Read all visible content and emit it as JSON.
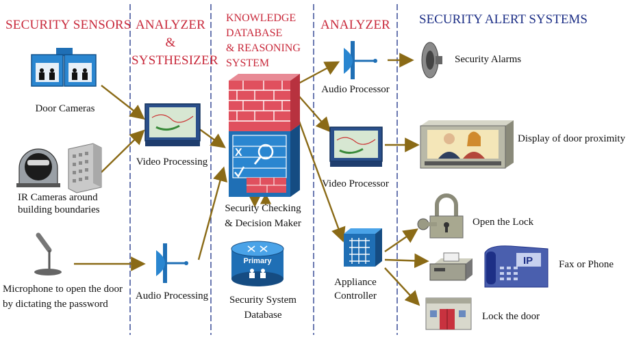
{
  "columns": {
    "sensors": "SECURITY SENSORS",
    "analyzer_left_1": "ANALYZER",
    "analyzer_left_2": "&",
    "analyzer_left_3": "SYSTHESIZER",
    "knowledge_1": "KNOWLEDGE",
    "knowledge_2": "DATABASE",
    "knowledge_3": "& REASONING",
    "knowledge_4": "SYSTEM",
    "analyzer_right": "ANALYZER",
    "alerts": "SECURITY ALERT SYSTEMS"
  },
  "sensors": {
    "door_cameras": "Door Cameras",
    "ir_cameras_1": "IR Cameras around",
    "ir_cameras_2": "building boundaries",
    "microphone_1": "Microphone to open the door",
    "microphone_2": "by dictating the password"
  },
  "analyzers_left": {
    "video": "Video Processing",
    "audio": "Audio Processing"
  },
  "knowledge": {
    "checking_1": "Security Checking",
    "checking_2": "& Decision Maker",
    "db_badge": "Primary",
    "db_1": "Security System",
    "db_2": "Database"
  },
  "analyzers_right": {
    "audio": "Audio Processor",
    "video": "Video Processor",
    "appliance_1": "Appliance",
    "appliance_2": "Controller"
  },
  "alerts": {
    "alarms": "Security Alarms",
    "display": "Display of door proximity",
    "lock": "Open the Lock",
    "fax": "Fax or Phone",
    "lockdoor": "Lock the door",
    "ip_badge": "IP"
  },
  "colors": {
    "header_red": "#c8283a",
    "header_blue": "#1d2f86",
    "arrow": "#8a6a16",
    "divider": "#2b3f8f",
    "device_blue": "#1f6fb5"
  },
  "icons": [
    "door-camera-icon",
    "ir-dome-camera-icon",
    "building-icon",
    "microphone-icon",
    "monitor-icon",
    "satellite-dish-icon",
    "firewall-icon",
    "checklist-icon",
    "database-icon",
    "appliance-controller-icon",
    "speaker-icon",
    "tv-display-icon",
    "padlock-icon",
    "fax-icon",
    "ip-phone-icon",
    "house-icon"
  ]
}
